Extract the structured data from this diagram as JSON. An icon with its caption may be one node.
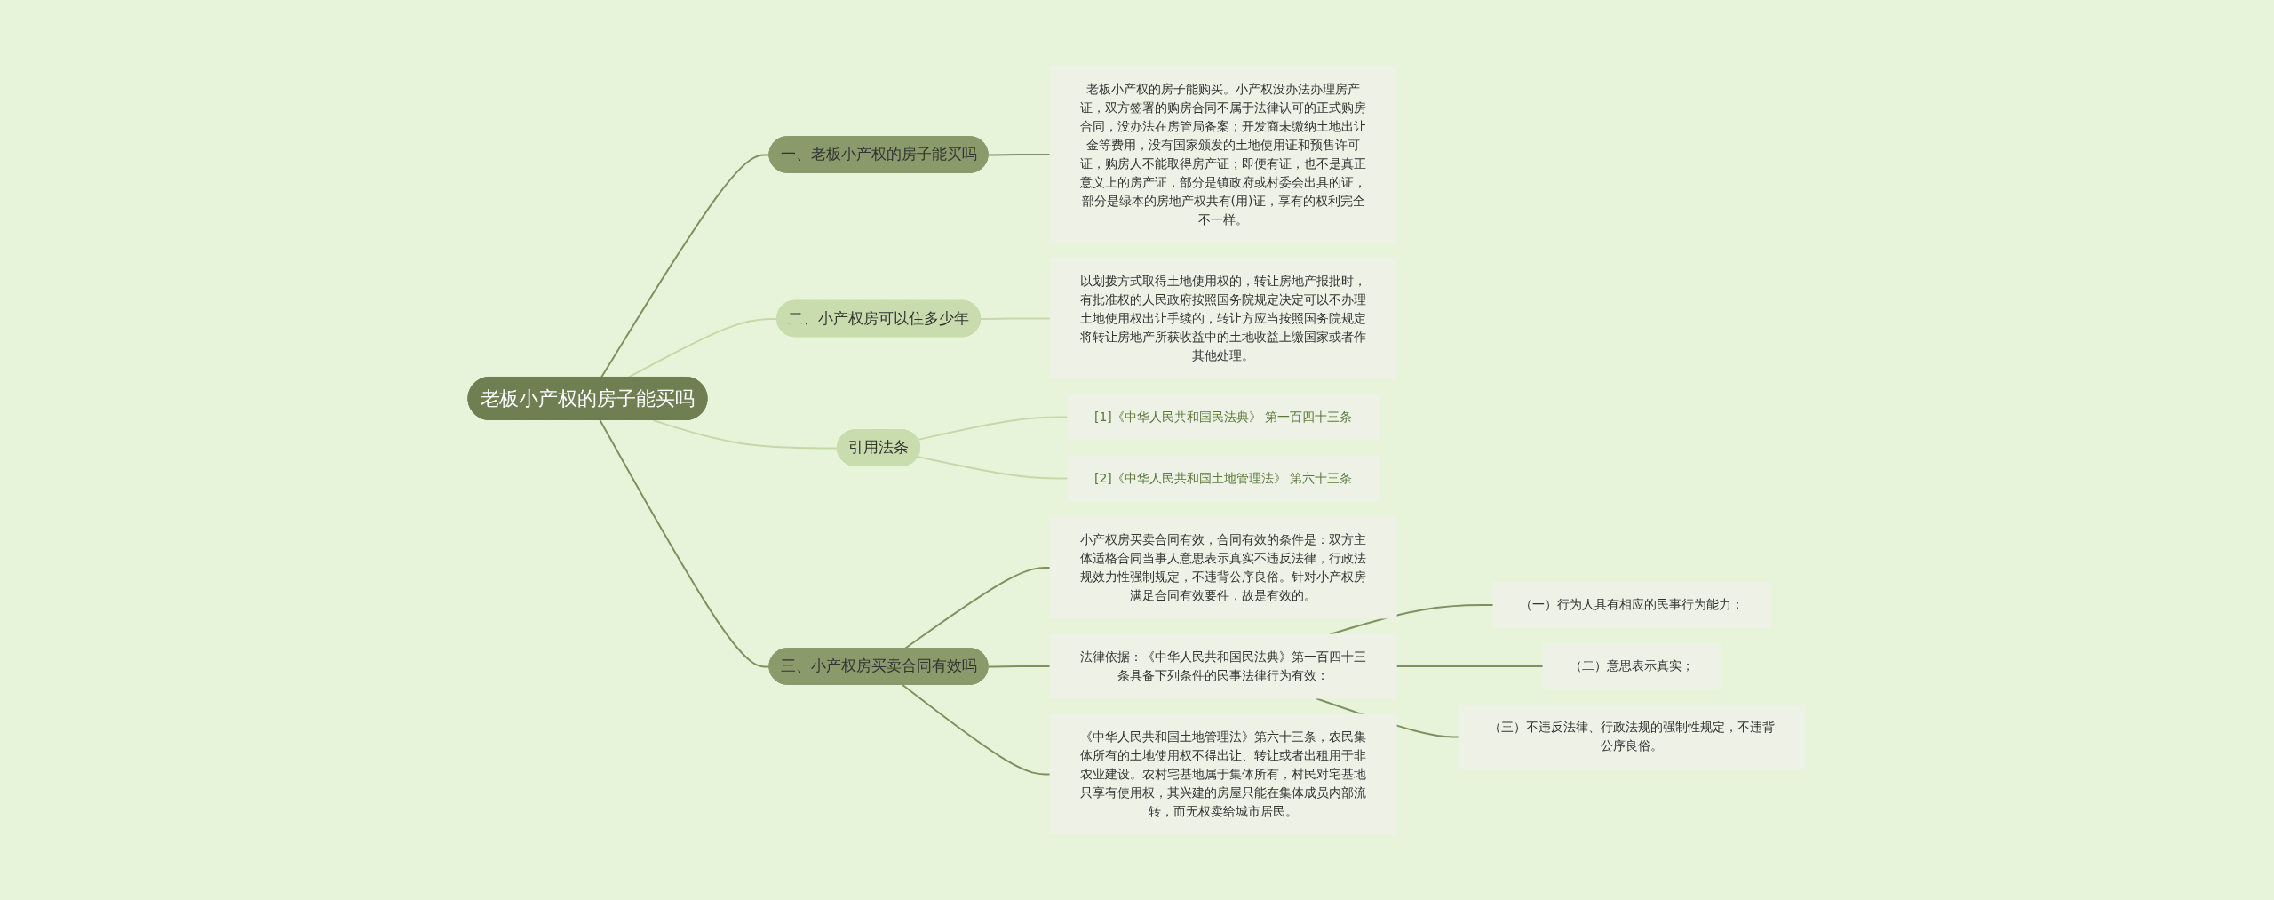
{
  "diagram": {
    "nodes": [
      {
        "text": [
          "老板小产权的房子能买吗"
        ]
      },
      {
        "text": [
          "一、老板小产权的房子能买吗"
        ]
      },
      {
        "text": [
          "老板小产权的房子能购买。小产权没办法办理房产证，双方签署的购房合同不属于法律认可的正式购房合同，没办法在房管局备案；开发商未缴纳土地出让金等费用，没有国家颁发的土地使用证和预售许可证，购房人不能取得房产证；即便有证，也不是真正意义上的房产证，部分是镇政府或村委会出具的证，部分是绿本的房地产权共有(用)证，享有的权利完全不一样。"
        ]
      },
      {
        "text": [
          "二、小产权房可以住多少年"
        ]
      },
      {
        "text": [
          "以划拨方式取得土地使用权的，转让房地产报批时，有批准权的人民政府按照国务院规定决定可以不办理土地使用权出让手续的，转让方应当按照国务院规定将转让房地产所获收益中的土地收益上缴国家或者作其他处理。"
        ]
      },
      {
        "text": [
          "引用法条"
        ]
      },
      {
        "text": [
          "[1]《中华人民共和国民法典》 第一百四十三条"
        ]
      },
      {
        "text": [
          "[2]《中华人民共和国土地管理法》 第六十三条"
        ]
      },
      {
        "text": [
          "三、小产权房买卖合同有效吗"
        ]
      },
      {
        "text": [
          "小产权房买卖合同有效，合同有效的条件是：双方主体适格合同当事人意思表示真实不违反法律，行政法规效力性强制规定，不违背公序良俗。针对小产权房满足合同有效要件，故是有效的。"
        ]
      },
      {
        "text": [
          "法律依据：《中华人民共和国民法典》第一百四十三条具备下列条件的民事法律行为有效："
        ]
      },
      {
        "text": [
          "（一）行为人具有相应的民事行为能力；"
        ]
      },
      {
        "text": [
          "（二）意思表示真实；"
        ]
      },
      {
        "text": [
          "（三）不违反法律、行政法规的强制性规定，不违背公序良俗。"
        ]
      },
      {
        "text": [
          "《中华人民共和国土地管理法》第六十三条，农民集体所有的土地使用权不得出让、转让或者出租用于非农业建设。农村宅基地属于集体所有，村民对宅基地只享有使用权，其兴建的房屋只能在集体成员内部流转，而无权卖给城市居民。"
        ]
      }
    ],
    "edges": [
      {
        "from": 0,
        "to": 1,
        "arrow": "none"
      },
      {
        "from": 1,
        "to": 2,
        "arrow": "none"
      },
      {
        "from": 0,
        "to": 3,
        "arrow": "none",
        "color": "#c5d9a8"
      },
      {
        "from": 3,
        "to": 4,
        "arrow": "none",
        "color": "#c5d9a8"
      },
      {
        "from": 0,
        "to": 5,
        "arrow": "none",
        "color": "#c5d9a8"
      },
      {
        "from": 5,
        "to": 6,
        "arrow": "none",
        "color": "#c5d9a8"
      },
      {
        "from": 5,
        "to": 7,
        "arrow": "none",
        "color": "#c5d9a8"
      },
      {
        "from": 0,
        "to": 8,
        "arrow": "none"
      },
      {
        "from": 8,
        "to": 9,
        "arrow": "none"
      },
      {
        "from": 8,
        "to": 10,
        "arrow": "none"
      },
      {
        "from": 10,
        "to": 11,
        "arrow": "none"
      },
      {
        "from": 10,
        "to": 12,
        "arrow": "none"
      },
      {
        "from": 10,
        "to": 13,
        "arrow": "none"
      },
      {
        "from": 8,
        "to": 14,
        "arrow": "none"
      }
    ]
  }
}
